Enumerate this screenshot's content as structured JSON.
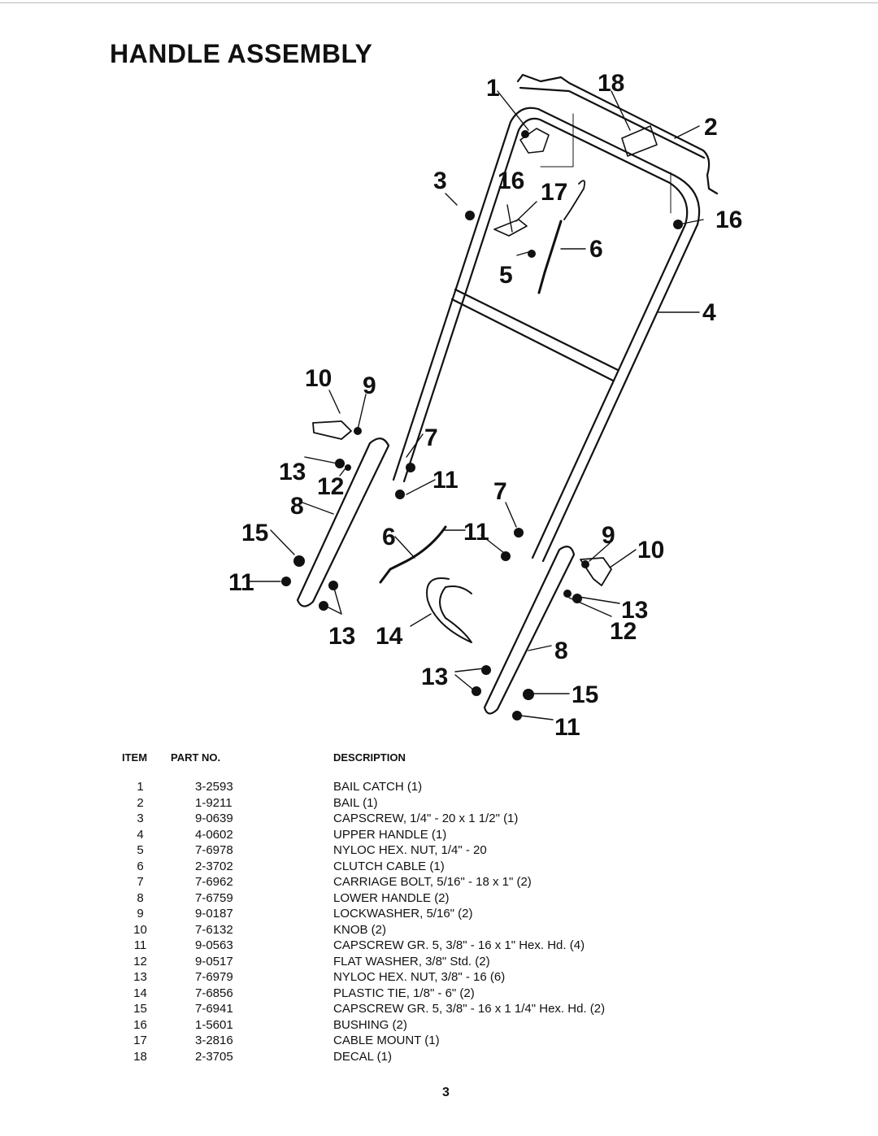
{
  "page": {
    "title": "HANDLE ASSEMBLY",
    "page_number": "3"
  },
  "callouts": [
    "1",
    "18",
    "2",
    "3",
    "16",
    "17",
    "16",
    "6",
    "5",
    "4",
    "10",
    "9",
    "7",
    "13",
    "12",
    "11",
    "8",
    "15",
    "6",
    "11",
    "7",
    "9",
    "10",
    "11",
    "13",
    "13",
    "14",
    "12",
    "8",
    "13",
    "15",
    "11"
  ],
  "parts_table": {
    "headers": {
      "item": "ITEM",
      "part_no": "PART NO.",
      "description": "DESCRIPTION"
    },
    "rows": [
      {
        "item": "1",
        "part_no": "3-2593",
        "description": "BAIL CATCH (1)"
      },
      {
        "item": "2",
        "part_no": "1-9211",
        "description": "BAIL (1)"
      },
      {
        "item": "3",
        "part_no": "9-0639",
        "description": "CAPSCREW, 1/4\" - 20 x 1 1/2\" (1)"
      },
      {
        "item": "4",
        "part_no": "4-0602",
        "description": "UPPER HANDLE (1)"
      },
      {
        "item": "5",
        "part_no": "7-6978",
        "description": "NYLOC HEX. NUT, 1/4\" - 20"
      },
      {
        "item": "6",
        "part_no": "2-3702",
        "description": "CLUTCH CABLE (1)"
      },
      {
        "item": "7",
        "part_no": "7-6962",
        "description": "CARRIAGE BOLT, 5/16\" - 18 x 1\" (2)"
      },
      {
        "item": "8",
        "part_no": "7-6759",
        "description": "LOWER HANDLE (2)"
      },
      {
        "item": "9",
        "part_no": "9-0187",
        "description": "LOCKWASHER, 5/16\" (2)"
      },
      {
        "item": "10",
        "part_no": "7-6132",
        "description": "KNOB (2)"
      },
      {
        "item": "11",
        "part_no": "9-0563",
        "description": "CAPSCREW GR. 5, 3/8\" - 16 x 1\" Hex. Hd. (4)"
      },
      {
        "item": "12",
        "part_no": "9-0517",
        "description": "FLAT WASHER, 3/8\" Std. (2)"
      },
      {
        "item": "13",
        "part_no": "7-6979",
        "description": "NYLOC HEX. NUT, 3/8\" - 16 (6)"
      },
      {
        "item": "14",
        "part_no": "7-6856",
        "description": "PLASTIC TIE, 1/8\" - 6\" (2)"
      },
      {
        "item": "15",
        "part_no": "7-6941",
        "description": "CAPSCREW GR. 5, 3/8\" - 16 x 1 1/4\" Hex. Hd. (2)"
      },
      {
        "item": "16",
        "part_no": "1-5601",
        "description": "BUSHING (2)"
      },
      {
        "item": "17",
        "part_no": "3-2816",
        "description": "CABLE MOUNT (1)"
      },
      {
        "item": "18",
        "part_no": "2-3705",
        "description": "DECAL (1)"
      }
    ]
  }
}
